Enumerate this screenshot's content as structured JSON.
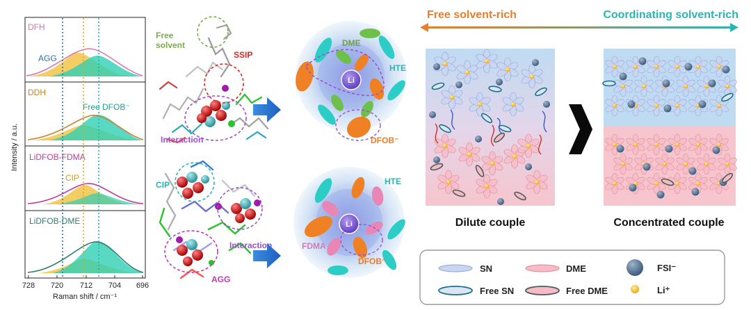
{
  "raman": {
    "ylabel": "Intensity / a.u.",
    "xlabel": "Raman shift / cm⁻¹",
    "ticks": [
      "728",
      "720",
      "712",
      "704",
      "696"
    ],
    "panels": [
      {
        "label": "DFH",
        "label_color": "#c678b0"
      },
      {
        "label": "DDH",
        "label_color": "#c9822c"
      },
      {
        "label": "LiDFOB-FDMA",
        "label_color": "#c03a9a"
      },
      {
        "label": "LiDFOB-DME",
        "label_color": "#2e7d72"
      }
    ],
    "annotations": {
      "agg": "AGG",
      "free_dfob": "Free DFOB⁻",
      "cip": "CIP"
    }
  },
  "md": {
    "top": {
      "free_solvent_line1": "Free",
      "free_solvent_line2": "solvent",
      "ssip": "SSIP",
      "interaction": "Interaction"
    },
    "bottom": {
      "cip": "CIP",
      "interaction": "Interaction",
      "agg": "AGG"
    }
  },
  "solvation": {
    "top": {
      "dme": "DME",
      "hte": "HTE",
      "li": "Li",
      "dfob": "DFOB⁻"
    },
    "bottom": {
      "hte": "HTE",
      "li": "Li",
      "fdma": "FDMA",
      "dfob": "DFOB⁻"
    }
  },
  "regime": {
    "free_solvent_rich": "Free solvent-rich",
    "coordinating_solvent_rich": "Coordinating solvent-rich",
    "dilute": "Dilute couple",
    "concentrated": "Concentrated couple"
  },
  "legend": {
    "sn": "SN",
    "dme": "DME",
    "fsi": "FSI⁻",
    "free_sn": "Free SN",
    "free_dme": "Free DME",
    "li": "Li⁺"
  },
  "colors": {
    "orange": "#e87e2c",
    "teal": "#2cb3b3",
    "blue": "#2f6fc9",
    "green": "#76b043",
    "red": "#d62828",
    "purple": "#9b4fd1"
  }
}
